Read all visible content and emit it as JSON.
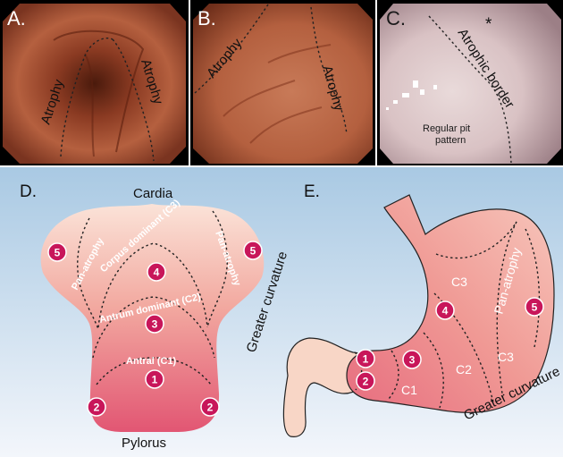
{
  "panels": {
    "a": {
      "letter": "A.",
      "labels": [
        "Atrophy",
        "Atrophy"
      ]
    },
    "b": {
      "letter": "B.",
      "labels": [
        "Atrophy",
        "Atrophy"
      ]
    },
    "c": {
      "letter": "C.",
      "asterisk": "*",
      "border_label": "Atrophic border",
      "pit_line1": "Regular pit",
      "pit_line2": "pattern"
    },
    "d": {
      "letter": "D.",
      "top_label": "Cardia",
      "bottom_label": "Pylorus",
      "side_label": "Greater curvature",
      "regions": {
        "pan_left": "Pan-atrophy",
        "pan_right": "Pan-atrophy",
        "corpus": "Corpus dominant (C3)",
        "antrum": "Antrum dominant (C2)",
        "antral": "Antral (C1)"
      },
      "markers": [
        "5",
        "5",
        "4",
        "3",
        "1",
        "2",
        "2"
      ]
    },
    "e": {
      "letter": "E.",
      "labels": {
        "c3_upper": "C3",
        "c2": "C2",
        "c1": "C1",
        "c3_lower": "C3",
        "pan": "Pan-atrophy",
        "greater": "Greater curvature"
      },
      "markers": [
        "4",
        "5",
        "1",
        "2",
        "3"
      ]
    }
  },
  "colors": {
    "marker": "#c8165a",
    "stomach_light": "#f8d6c6",
    "stomach_dark": "#e45f78",
    "background_top": "#a9c9e3",
    "background_bottom": "#f3f6fb"
  }
}
